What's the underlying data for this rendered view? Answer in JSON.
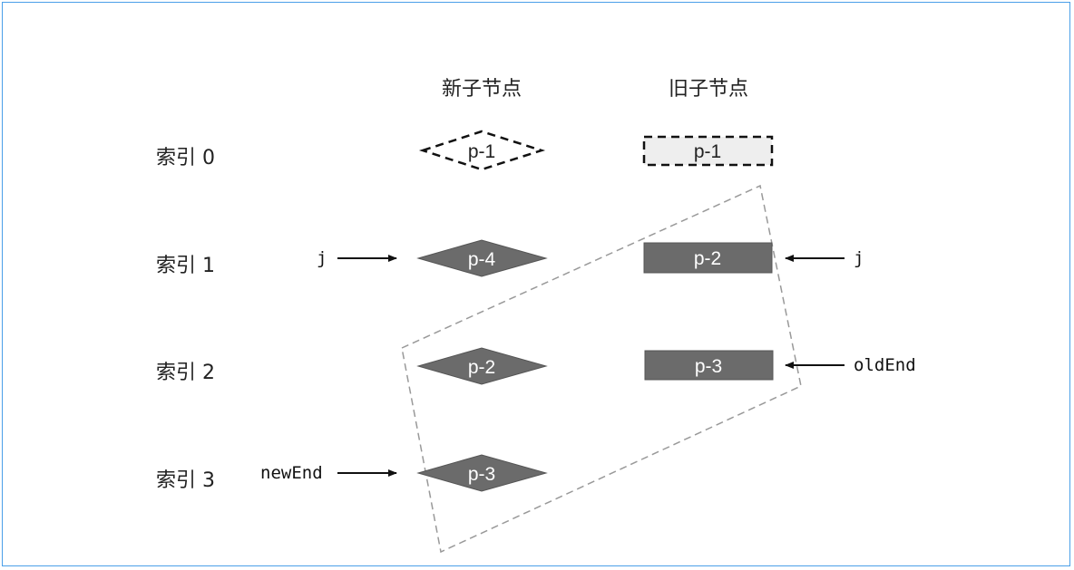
{
  "headers": {
    "new_children": "新子节点",
    "old_children": "旧子节点"
  },
  "rows": [
    {
      "label": "索引 0"
    },
    {
      "label": "索引 1"
    },
    {
      "label": "索引 2"
    },
    {
      "label": "索引 3"
    }
  ],
  "new_nodes": [
    {
      "text": "p-1",
      "style": "dashed"
    },
    {
      "text": "p-4",
      "style": "filled"
    },
    {
      "text": "p-2",
      "style": "filled"
    },
    {
      "text": "p-3",
      "style": "filled"
    }
  ],
  "old_nodes": [
    {
      "text": "p-1",
      "style": "dashed"
    },
    {
      "text": "p-2",
      "style": "filled"
    },
    {
      "text": "p-3",
      "style": "filled"
    }
  ],
  "pointers": {
    "new_j": "j",
    "new_end": "newEnd",
    "old_j": "j",
    "old_end": "oldEnd"
  },
  "colors": {
    "frame_border": "#4a9fe8",
    "node_fill": "#6b6b6b",
    "node_stroke": "#555555",
    "dashed_fill": "#eeeeee",
    "node_text": "#ffffff",
    "highlight_border": "#999999"
  }
}
